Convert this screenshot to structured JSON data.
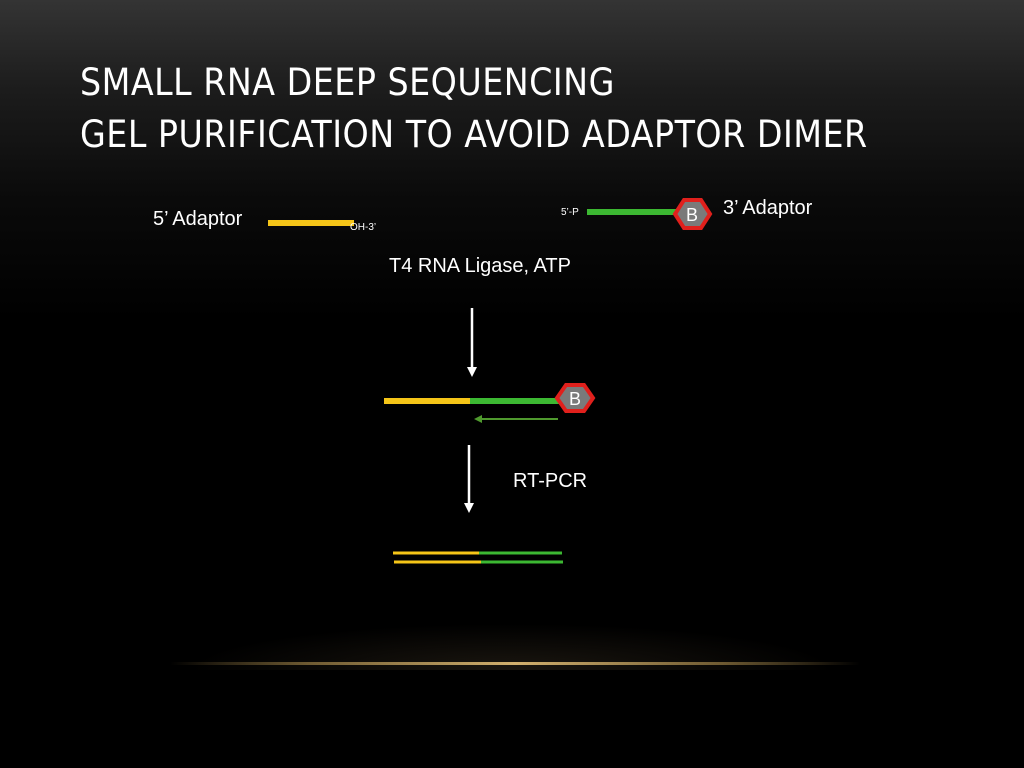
{
  "slide": {
    "title_line1": "SMALL RNA DEEP SEQUENCING",
    "title_line2": "GEL PURIFICATION TO AVOID ADAPTOR DIMER"
  },
  "diagram": {
    "adaptor5_label": "5’ Adaptor",
    "adaptor5_end_label": "OH-3’",
    "adaptor3_label": "3’ Adaptor",
    "adaptor3_end_label": "5’-P",
    "block_label": "B",
    "ligation_label": "T4 RNA Ligase, ATP",
    "rtpcr_label": "RT-PCR"
  },
  "colors": {
    "adaptor5": "#f5c518",
    "adaptor3": "#3cb832",
    "block_fill": "#7a7a7a",
    "block_stroke": "#e0201c",
    "primer_arrow": "#4f9a2e",
    "arrow": "#ffffff",
    "background": "#000000",
    "accent_line": "#d2b06e"
  }
}
